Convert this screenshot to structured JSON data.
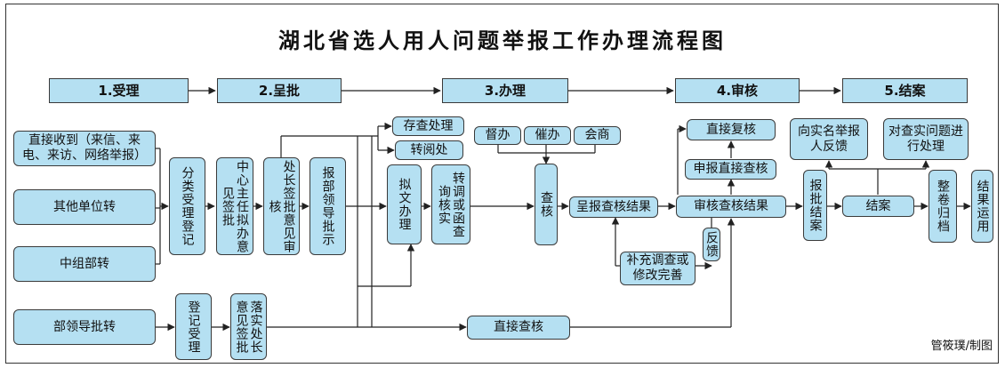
{
  "title": "湖北省选人用人问题举报工作办理流程图",
  "credit": "管筱璞/制图",
  "stages": [
    "1.受理",
    "2.呈批",
    "3.办理",
    "4.审核",
    "5.结案"
  ],
  "sources": {
    "direct": "直接收到（来信、来电、来访、网络举报）",
    "other_unit": "其他单位转",
    "org_dept": "中组部转",
    "dept_leader": "部领导批转"
  },
  "nodes": {
    "classify": "分类受理登记",
    "center_draft": "中心主任拟办意见签批",
    "section_chief": "处长签批意见审核",
    "dept_review": "报部领导批示",
    "store": "存查处理",
    "forward": "转阅处",
    "draft_doc": "拟文办理",
    "transfer": "转调或函查询核实",
    "supervise": "督办",
    "urge": "催办",
    "consult": "会商",
    "investigate": "查核",
    "report_result": "呈报查核结果",
    "supplement": "补充调查或修改完善",
    "recheck": "直接复核",
    "apply_check": "申报直接查核",
    "review_result": "审核查核结果",
    "feedback": "反馈",
    "report_close": "报批结案",
    "close": "结案",
    "reply_named": "向实名举报人反馈",
    "handle_issue": "对查实问题进行处理",
    "archive": "整卷归档",
    "apply_result": "结果运用",
    "register": "登记受理",
    "implement": "落实处长意见签批",
    "direct_check": "直接查核"
  }
}
